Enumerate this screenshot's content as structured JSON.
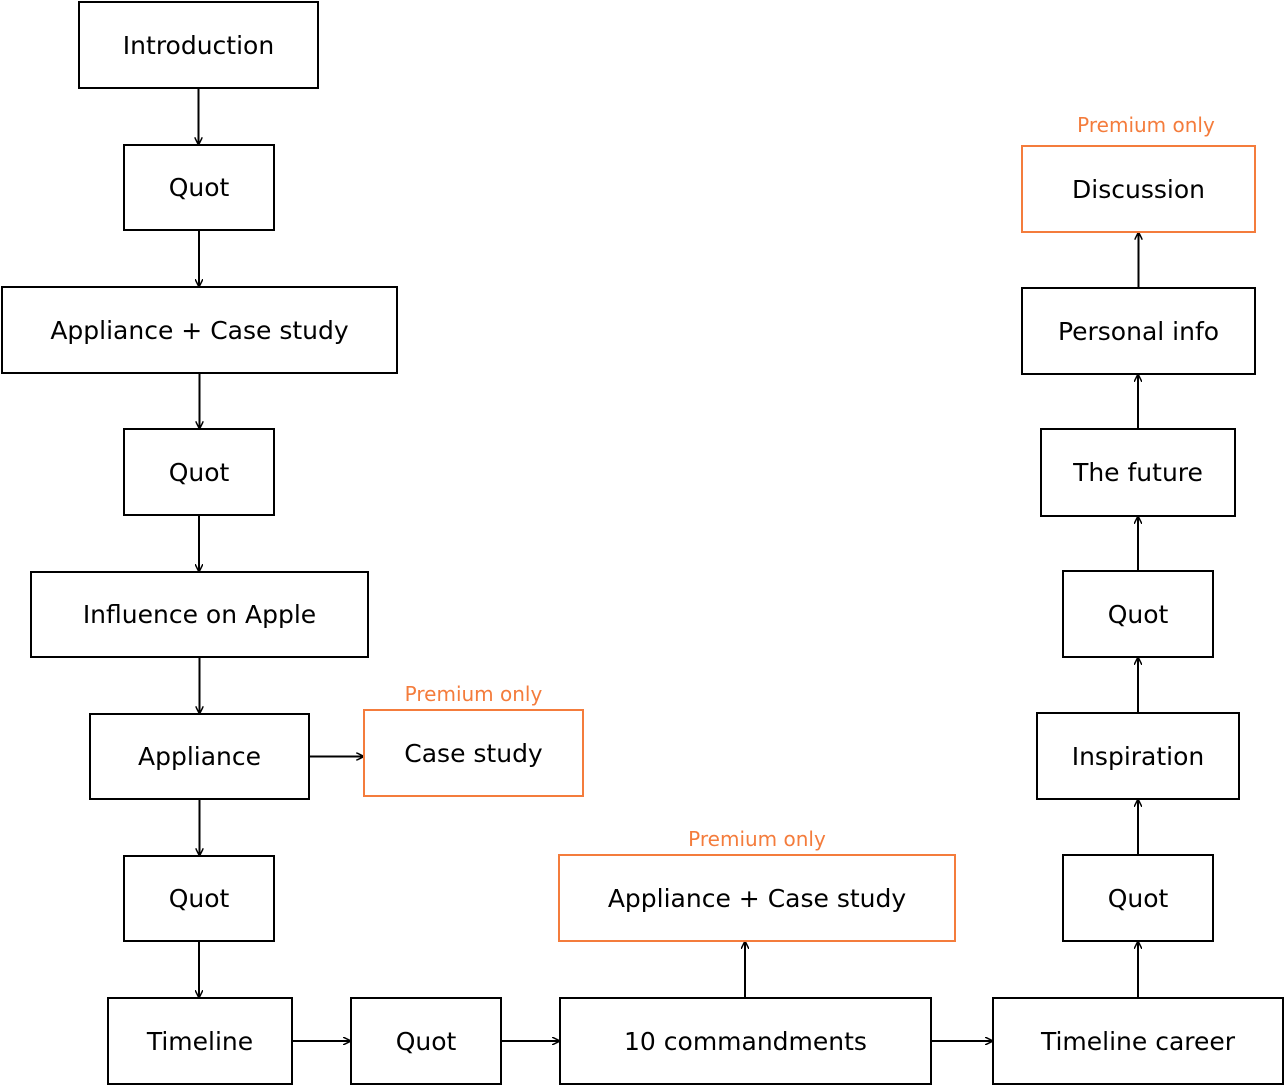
{
  "colors": {
    "normal_border": "#000000",
    "premium_border": "#f47c3c",
    "premium_text": "#f47c3c"
  },
  "premium_label": "Premium only",
  "nodes": {
    "introduction": {
      "label": "Introduction",
      "premium": false
    },
    "quot_1": {
      "label": "Quot",
      "premium": false
    },
    "appliance_case_study_1": {
      "label": "Appliance + Case study",
      "premium": false
    },
    "quot_2": {
      "label": "Quot",
      "premium": false
    },
    "influence_on_apple": {
      "label": "Influence on Apple",
      "premium": false
    },
    "appliance": {
      "label": "Appliance",
      "premium": false
    },
    "case_study": {
      "label": "Case study",
      "premium": true
    },
    "quot_3": {
      "label": "Quot",
      "premium": false
    },
    "timeline": {
      "label": "Timeline",
      "premium": false
    },
    "quot_4": {
      "label": "Quot",
      "premium": false
    },
    "ten_commandments": {
      "label": "10 commandments",
      "premium": false
    },
    "appliance_case_study_2": {
      "label": "Appliance + Case study",
      "premium": true
    },
    "timeline_career": {
      "label": "Timeline career",
      "premium": false
    },
    "quot_5": {
      "label": "Quot",
      "premium": false
    },
    "inspiration": {
      "label": "Inspiration",
      "premium": false
    },
    "quot_6": {
      "label": "Quot",
      "premium": false
    },
    "the_future": {
      "label": "The future",
      "premium": false
    },
    "personal_info": {
      "label": "Personal info",
      "premium": false
    },
    "discussion": {
      "label": "Discussion",
      "premium": true
    }
  },
  "edges": [
    [
      "introduction",
      "quot_1"
    ],
    [
      "quot_1",
      "appliance_case_study_1"
    ],
    [
      "appliance_case_study_1",
      "quot_2"
    ],
    [
      "quot_2",
      "influence_on_apple"
    ],
    [
      "influence_on_apple",
      "appliance"
    ],
    [
      "appliance",
      "case_study"
    ],
    [
      "appliance",
      "quot_3"
    ],
    [
      "quot_3",
      "timeline"
    ],
    [
      "timeline",
      "quot_4"
    ],
    [
      "quot_4",
      "ten_commandments"
    ],
    [
      "ten_commandments",
      "appliance_case_study_2"
    ],
    [
      "ten_commandments",
      "timeline_career"
    ],
    [
      "timeline_career",
      "quot_5"
    ],
    [
      "quot_5",
      "inspiration"
    ],
    [
      "inspiration",
      "quot_6"
    ],
    [
      "quot_6",
      "the_future"
    ],
    [
      "the_future",
      "personal_info"
    ],
    [
      "personal_info",
      "discussion"
    ]
  ]
}
